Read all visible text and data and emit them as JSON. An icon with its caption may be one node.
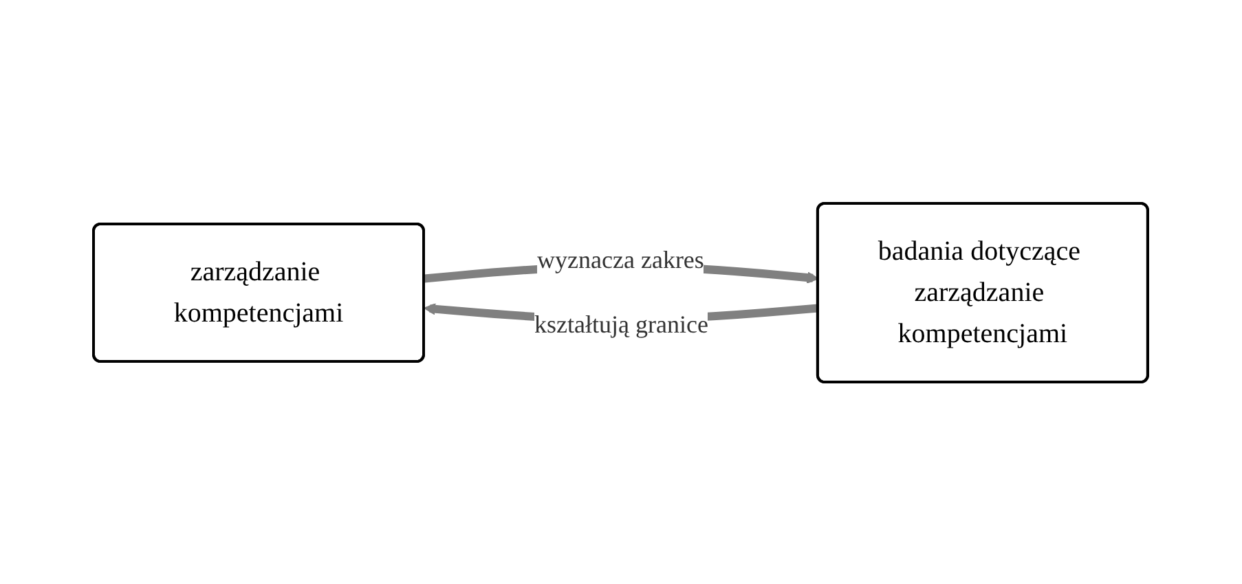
{
  "diagram": {
    "nodes": [
      {
        "text": [
          "zarządzanie kompetencjami"
        ]
      },
      {
        "text": [
          "badania dotyczące zarządzanie kompetencjami"
        ]
      }
    ],
    "edges": [
      {
        "from": 0,
        "to": 1,
        "arrow": "to",
        "label": "wyznacza zakres"
      },
      {
        "from": 1,
        "to": 0,
        "arrow": "to",
        "label": "kształtują granice"
      }
    ]
  }
}
